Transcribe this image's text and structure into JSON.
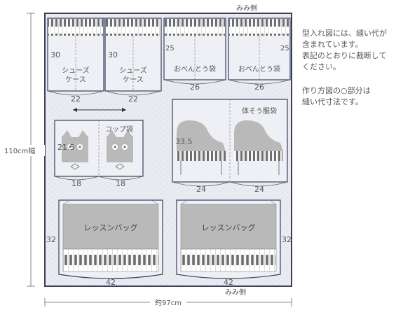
{
  "labels": {
    "selvage_top": "みみ側",
    "selvage_bottom": "みみ側",
    "height": "110cm幅",
    "width": "約97cm"
  },
  "pieces": {
    "shoe_left": {
      "name": "シューズケース",
      "line1": "シューズ",
      "line2": "ケース",
      "side": "30",
      "bottom": "22"
    },
    "shoe_right": {
      "line1": "シューズ",
      "line2": "ケース",
      "side": "30",
      "bottom": "22"
    },
    "lunch_left": {
      "name": "おべんとう袋",
      "side": "25",
      "bottom": "26"
    },
    "lunch_right": {
      "name": "おべんとう袋",
      "side": "25",
      "bottom": "26"
    },
    "cup": {
      "name": "コップ袋",
      "side": "21.5",
      "bottom_left": "18",
      "bottom_right": "18"
    },
    "gym": {
      "name": "体そう服袋",
      "side": "33.5",
      "bottom_left": "24",
      "bottom_right": "24"
    },
    "lesson_left": {
      "name": "レッスンバッグ",
      "side": "32",
      "bottom": "42"
    },
    "lesson_right": {
      "name": "レッスンバッグ",
      "side": "32",
      "bottom": "42"
    }
  },
  "notes": {
    "line1": "型入れ図には、縫い代が",
    "line2": "含まれています。",
    "line3": "表記のとおりに裁断して",
    "line4": "ください。",
    "line5": "作り方図の○部分は",
    "line6": "縫い代寸法です。"
  },
  "colors": {
    "fabric": "#e9ebf1",
    "outline": "#3a3f5c",
    "gray": "#b9b9b9",
    "stroke": "#5a5a5a"
  }
}
